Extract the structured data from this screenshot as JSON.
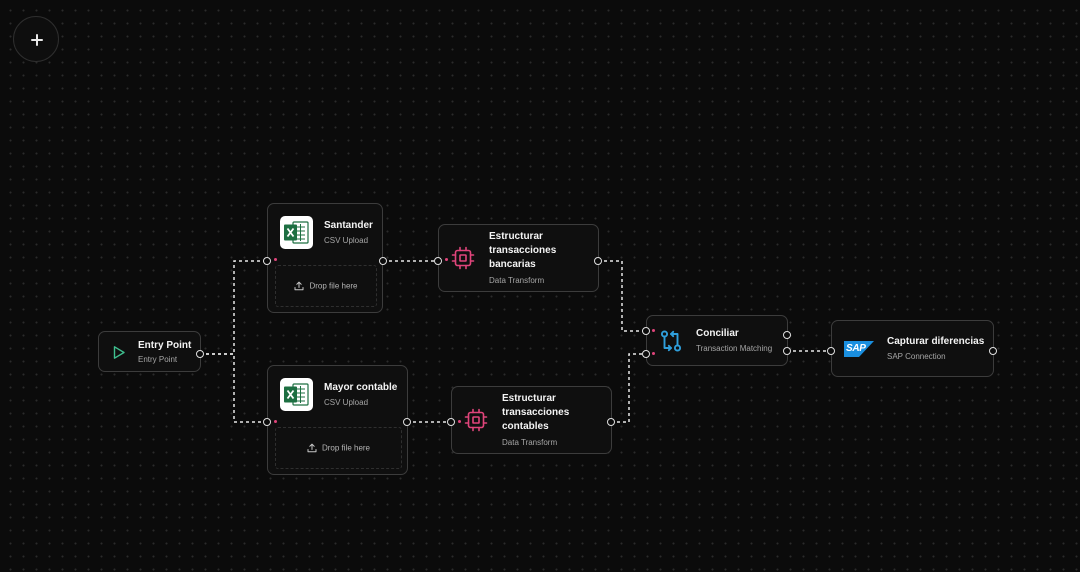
{
  "toolbar": {
    "add_button_icon": "plus-icon"
  },
  "nodes": {
    "entry": {
      "title": "Entry Point",
      "subtitle": "Entry Point",
      "icon": "play-icon",
      "icon_color": "#3fbf8f"
    },
    "santander": {
      "title": "Santander",
      "subtitle": "CSV Upload",
      "icon": "excel-icon",
      "dropzone_label": "Drop file here"
    },
    "mayor": {
      "title": "Mayor contable",
      "subtitle": "CSV Upload",
      "icon": "excel-icon",
      "dropzone_label": "Drop file here"
    },
    "transform_bank": {
      "title_lines": [
        "Estructurar",
        "transacciones",
        "bancarias"
      ],
      "subtitle": "Data Transform",
      "icon": "chip-icon",
      "icon_color": "#e0457b"
    },
    "transform_ledger": {
      "title_lines": [
        "Estructurar",
        "transacciones",
        "contables"
      ],
      "subtitle": "Data Transform",
      "icon": "chip-icon",
      "icon_color": "#e0457b"
    },
    "conciliar": {
      "title": "Conciliar",
      "subtitle": "Transaction Matching",
      "icon": "git-compare-icon",
      "icon_color": "#2f9fdc"
    },
    "sap": {
      "title": "Capturar diferencias",
      "subtitle": "SAP Connection",
      "icon": "sap-logo",
      "logo_text": "SAP",
      "logo_color": "#1a8fe0"
    }
  },
  "colors": {
    "background": "#0b0b0b",
    "node_border": "#3c3c3c",
    "edge": "#e8e8e8",
    "required_dot": "#e0457b",
    "excel_green": "#1d6f42"
  }
}
